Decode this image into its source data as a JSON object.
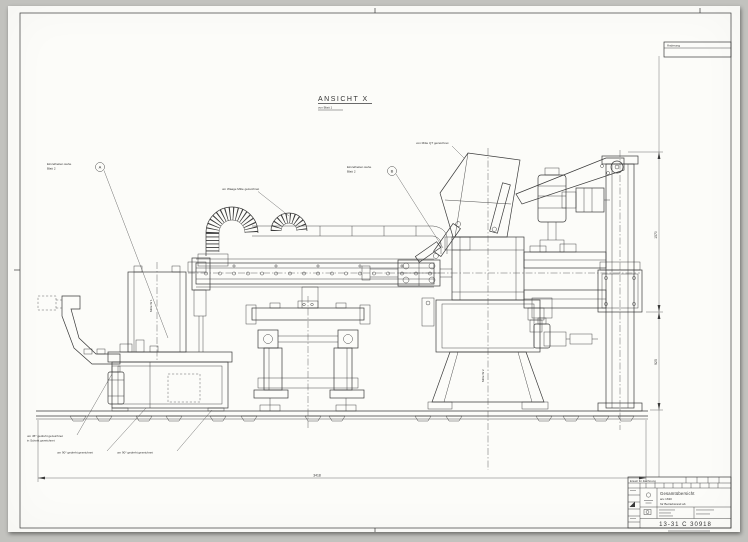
{
  "colors": {
    "paper": "#fcfcf9",
    "ink": "#3a3a3a",
    "background": "#c2c2be"
  },
  "view_label": {
    "title": "ANSICHT X",
    "subtitle": "von Blatt 1"
  },
  "revision_box": {
    "label": "Änderung"
  },
  "callouts": {
    "a": {
      "line1": "Einzelheiten siehe",
      "line2": "Blatt 2",
      "bubble": "A"
    },
    "b": {
      "line1": "Einzelheiten siehe",
      "line2": "Blatt 2",
      "bubble": "B"
    },
    "hose_note": "um Waage Mitte gezeichnet",
    "center_note": "von Mitte QT gezeichnet",
    "rotation_note_1a": "um 45° gedreht gezeichnet",
    "rotation_note_1b": "in Schnitt gezeichnet",
    "rotation_note_2": "um 90° gedreht gezeichnet",
    "rotation_note_3": "um 90° gedreht gezeichnet",
    "centerline_left": "Mitte W 1",
    "centerline_right": "Mitte W 2"
  },
  "dimensions": {
    "overall_length": "3418",
    "right_upper": "1570",
    "right_lower": "925"
  },
  "title_block": {
    "replacement_note": "Ersatz für Zeichnung",
    "title_line1": "Gesamtübersicht",
    "title_line2": "aru 1630",
    "title_line3": "für Betriebsrand ab",
    "drawing_number": "13-31 C 30918"
  }
}
